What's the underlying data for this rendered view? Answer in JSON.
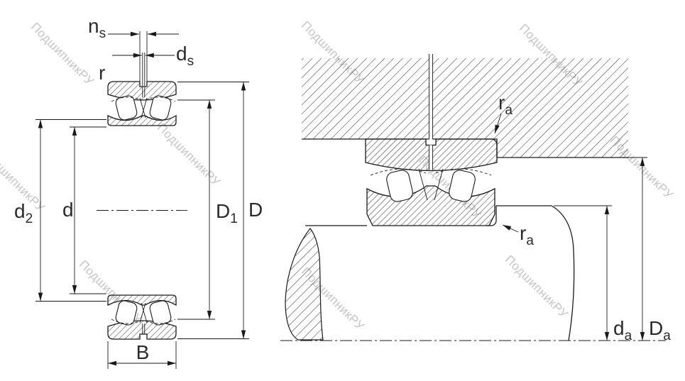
{
  "colors": {
    "line": "#1a1a1a",
    "label": "#2b2b2b",
    "watermark": "#c5c5c5",
    "background": "#ffffff"
  },
  "watermark": {
    "text": "ПодшипникРУ"
  },
  "labels": {
    "n_s": {
      "base": "n",
      "sub": "s"
    },
    "d_s": {
      "base": "d",
      "sub": "s"
    },
    "r": {
      "base": "r"
    },
    "d2": {
      "base": "d",
      "sub": "2"
    },
    "d": {
      "base": "d"
    },
    "D1": {
      "base": "D",
      "sub": "1"
    },
    "D": {
      "base": "D"
    },
    "B": {
      "base": "B"
    },
    "r_a_housing": {
      "base": "r",
      "sub": "a"
    },
    "r_a_shaft": {
      "base": "r",
      "sub": "a"
    },
    "d_a": {
      "base": "d",
      "sub": "a"
    },
    "D_a": {
      "base": "D",
      "sub": "a"
    }
  }
}
